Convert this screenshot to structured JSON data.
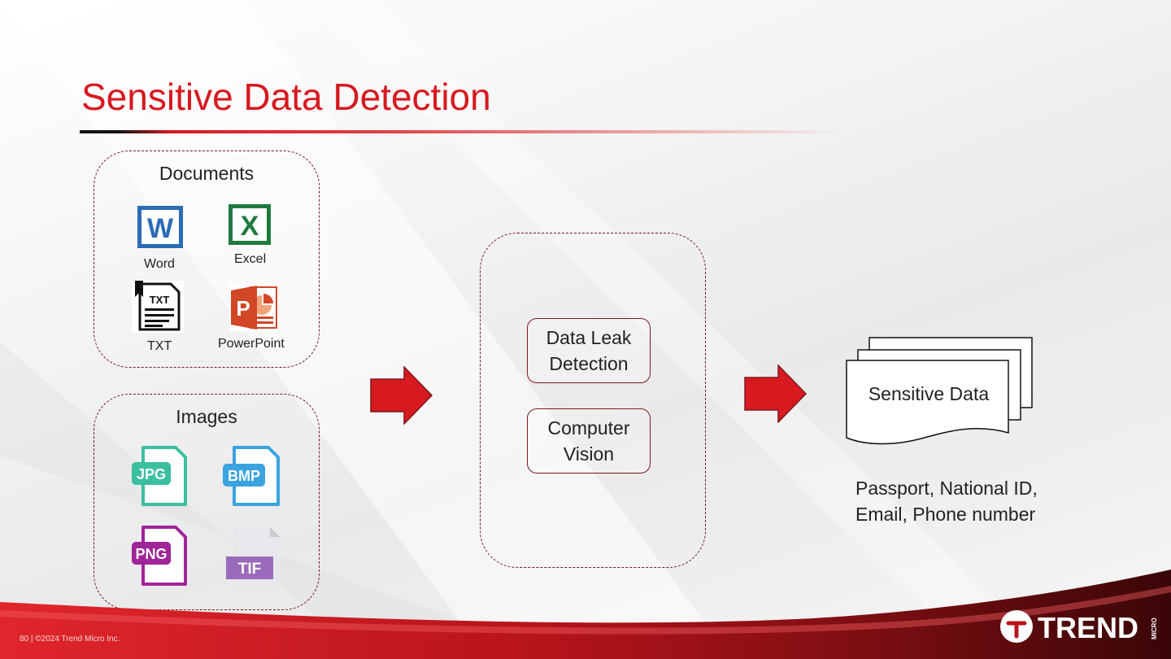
{
  "slide": {
    "title": "Sensitive Data Detection",
    "copyright": "80 | ©2024 Trend Micro Inc."
  },
  "documents": {
    "label": "Documents",
    "items": [
      {
        "label": "Word",
        "icon": "word-icon",
        "glyph": "W",
        "color": "#2b6cb5"
      },
      {
        "label": "Excel",
        "icon": "excel-icon",
        "glyph": "X",
        "color": "#1f7a3f"
      },
      {
        "label": "TXT",
        "icon": "txt-file-icon",
        "glyph": "TXT",
        "color": "#111111"
      },
      {
        "label": "PowerPoint",
        "icon": "powerpoint-icon",
        "glyph": "P",
        "color": "#d24726"
      }
    ]
  },
  "images": {
    "label": "Images",
    "items": [
      {
        "tag": "JPG",
        "icon": "jpg-file-icon",
        "color": "#3bbf9f"
      },
      {
        "tag": "BMP",
        "icon": "bmp-file-icon",
        "color": "#3aa3e0"
      },
      {
        "tag": "PNG",
        "icon": "png-file-icon",
        "color": "#a0249a"
      },
      {
        "tag": "TIF",
        "icon": "tif-file-icon",
        "color": "#9b6bbb"
      }
    ]
  },
  "processing": {
    "boxes": [
      {
        "line1": "Data Leak",
        "line2": "Detection"
      },
      {
        "line1": "Computer",
        "line2": "Vision"
      }
    ]
  },
  "output": {
    "label": "Sensitive Data",
    "examples_line1": "Passport, National ID,",
    "examples_line2": "Email, Phone number"
  },
  "brand": {
    "logo_text": "TREND",
    "logo_sub": "MICRO",
    "accent": "#d71920",
    "dark_red": "#7a1a1e"
  }
}
